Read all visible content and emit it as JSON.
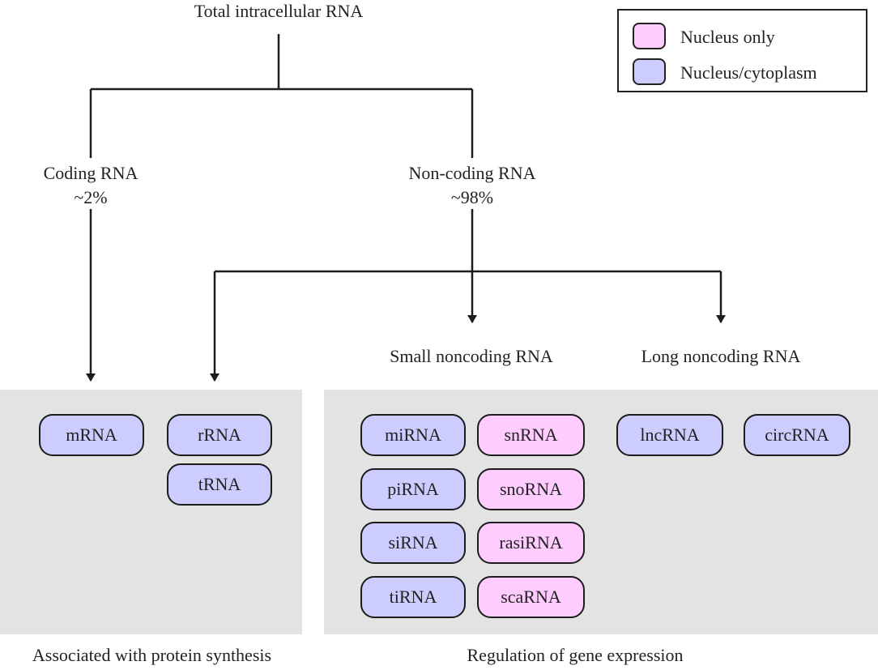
{
  "root": {
    "label": "Total intracellular RNA"
  },
  "branches": {
    "coding": {
      "label": "Coding RNA",
      "share": "~2%"
    },
    "noncoding": {
      "label": "Non-coding RNA",
      "share": "~98%"
    }
  },
  "subcategories": {
    "small": "Small noncoding RNA",
    "long": "Long noncoding RNA"
  },
  "legend": {
    "nucleus_only": {
      "label": "Nucleus only",
      "color": "#ffccff"
    },
    "nucleus_cytoplasm": {
      "label": "Nucleus/cytoplasm",
      "color": "#ccccff"
    }
  },
  "panels": {
    "protein": {
      "caption": "Associated with protein synthesis",
      "items": [
        "mRNA",
        "rRNA",
        "tRNA"
      ]
    },
    "regulation": {
      "caption": "Regulation of gene expression",
      "small_left": [
        "miRNA",
        "piRNA",
        "siRNA",
        "tiRNA"
      ],
      "small_right": [
        "snRNA",
        "snoRNA",
        "rasiRNA",
        "scaRNA"
      ],
      "long": [
        "lncRNA",
        "circRNA"
      ]
    }
  },
  "colors": {
    "line": "#1c1c1c",
    "panel": "#e3e3e3"
  }
}
